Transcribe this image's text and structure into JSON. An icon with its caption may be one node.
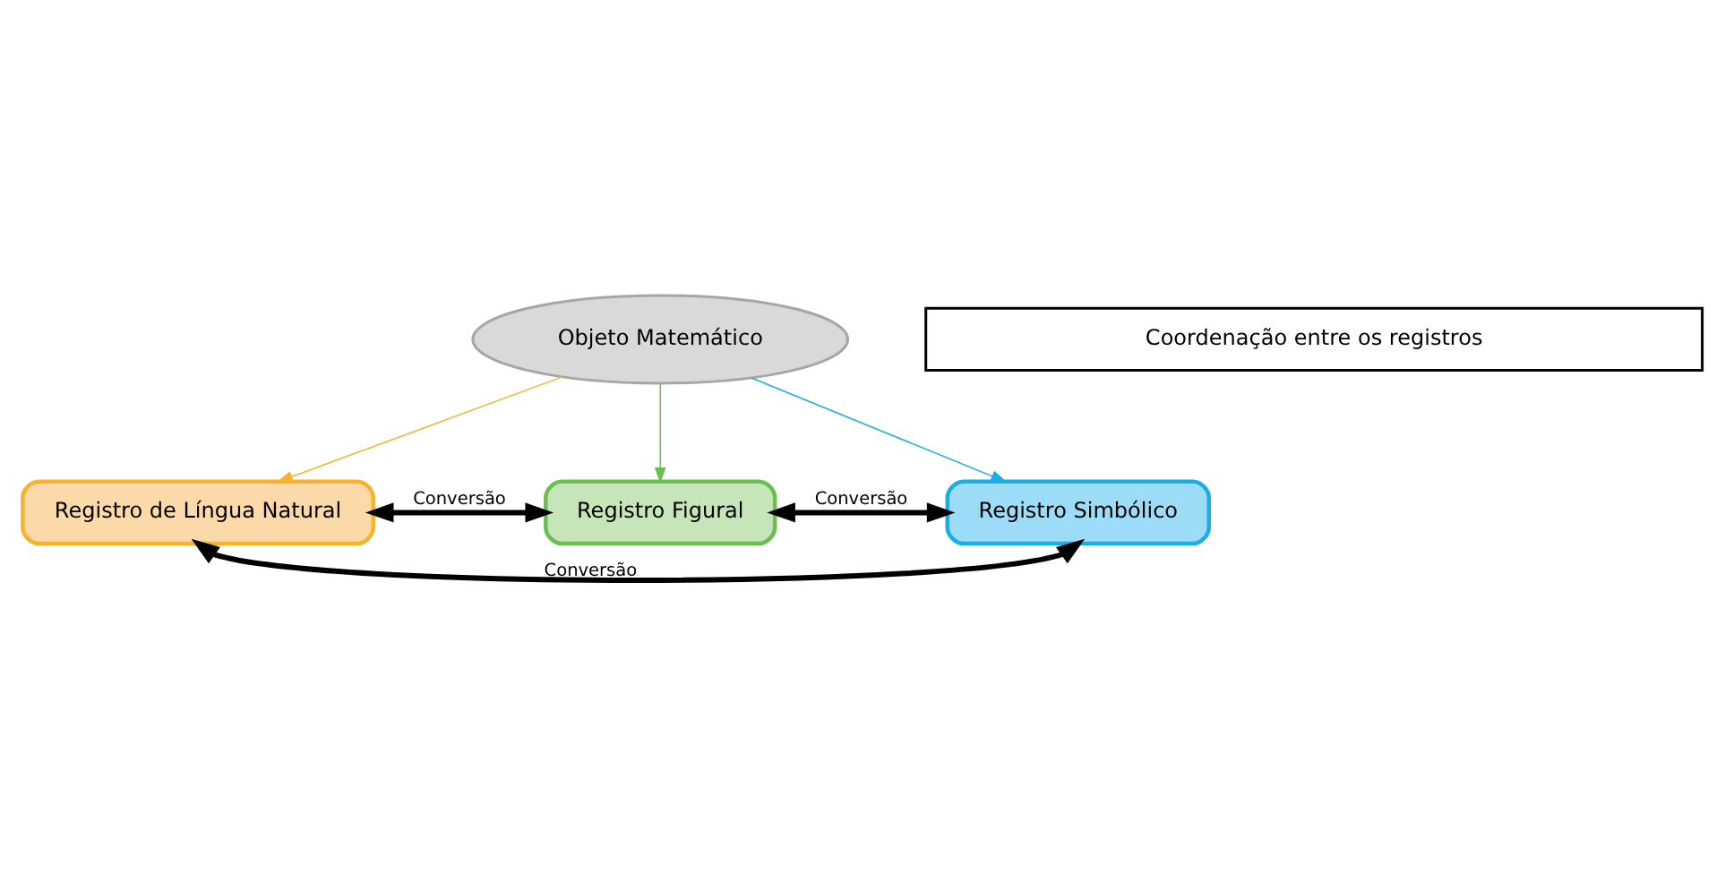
{
  "diagram": {
    "nodes": [
      {
        "text": [
          "Objeto Matemático"
        ]
      },
      {
        "text": [
          "Registro de Língua Natural"
        ]
      },
      {
        "text": [
          "Registro Figural"
        ]
      },
      {
        "text": [
          "Registro Simbólico"
        ]
      },
      {
        "text": [
          "Coordenação entre os registros"
        ]
      }
    ],
    "edges": [
      {
        "from": 0,
        "to": 1,
        "arrow": "to",
        "color": "#f7b32b"
      },
      {
        "from": 0,
        "to": 2,
        "arrow": "to",
        "color": "#6bbf4e"
      },
      {
        "from": 0,
        "to": 3,
        "arrow": "to",
        "color": "#1aaee6"
      },
      {
        "from": 1,
        "to": 2,
        "arrow": "both",
        "label": "Conversão",
        "style": "thick"
      },
      {
        "from": 2,
        "to": 3,
        "arrow": "both",
        "label": "Conversão",
        "style": "thick"
      },
      {
        "from": 1,
        "to": 3,
        "arrow": "both",
        "label": "Conversão",
        "style": "thick"
      }
    ]
  }
}
